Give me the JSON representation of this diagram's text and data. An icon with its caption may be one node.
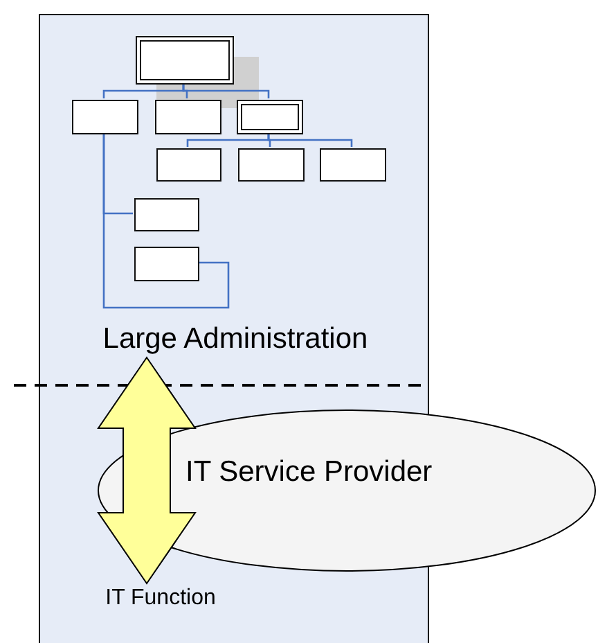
{
  "diagram": {
    "nodes": [
      {
        "text": [],
        "shape": "box"
      },
      {
        "text": [
          "Large Administration"
        ],
        "in": 0
      },
      {
        "text": [
          "IT Function"
        ],
        "in": 0
      },
      {
        "text": [],
        "shape": "box",
        "in": 0
      },
      {
        "text": [],
        "shape": "box",
        "in": 0
      },
      {
        "text": [],
        "shape": "box",
        "in": 0
      },
      {
        "text": [],
        "shape": "box",
        "in": 0
      },
      {
        "text": [],
        "shape": "box",
        "in": 0
      },
      {
        "text": [],
        "shape": "box",
        "in": 0
      },
      {
        "text": [],
        "shape": "box",
        "in": 0
      },
      {
        "text": [],
        "shape": "box",
        "in": 0
      },
      {
        "text": [],
        "shape": "box",
        "in": 0
      },
      {
        "text": [
          "IT Service Provider"
        ]
      }
    ],
    "edges": [
      {
        "from": 1,
        "to": 2,
        "arrow": "both",
        "style": "thick",
        "color": "#ffff99"
      },
      {
        "from": 3,
        "to": 4,
        "arrow": "none"
      },
      {
        "from": 3,
        "to": 5,
        "arrow": "none"
      },
      {
        "from": 3,
        "to": 6,
        "arrow": "none"
      },
      {
        "from": 6,
        "to": 7,
        "arrow": "none"
      },
      {
        "from": 6,
        "to": 8,
        "arrow": "none"
      },
      {
        "from": 6,
        "to": 9,
        "arrow": "none"
      },
      {
        "from": 4,
        "to": 10,
        "arrow": "none"
      },
      {
        "from": 4,
        "to": 11,
        "arrow": "none"
      }
    ]
  }
}
